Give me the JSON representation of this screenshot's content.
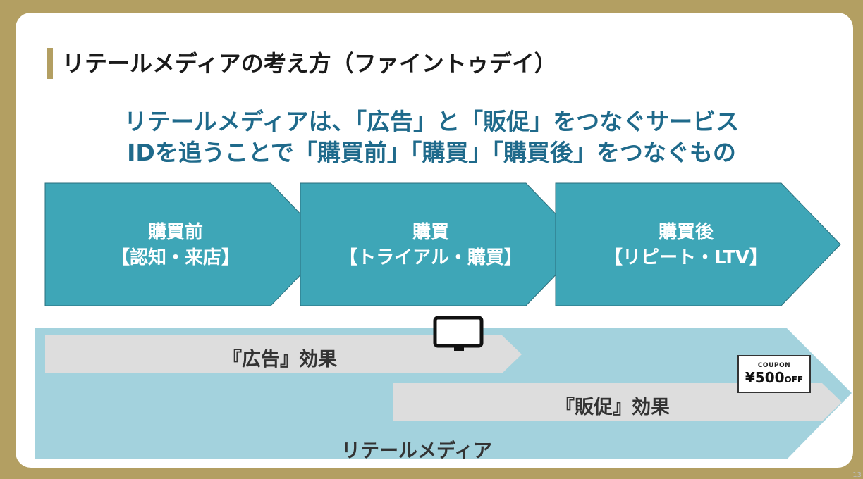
{
  "slide": {
    "title": "リテールメディアの考え方（ファイントゥデイ）",
    "headline_line1": "リテールメディアは、「広告」と「販促」をつなぐサービス",
    "headline_line2": "IDを追うことで「購買前」「購買」「購買後」をつなぐもの",
    "page_number": "13"
  },
  "stages": [
    {
      "line1": "購買前",
      "line2": "【認知・来店】"
    },
    {
      "line1": "購買",
      "line2": "【トライアル・購買】"
    },
    {
      "line1": "購買後",
      "line2": "【リピート・LTV】"
    }
  ],
  "effects": {
    "ad_label": "『広告』効果",
    "promo_label": "『販促』効果",
    "base_label": "リテールメディア"
  },
  "coupon": {
    "line1": "COUPON",
    "amount": "¥500",
    "suffix": "OFF"
  },
  "icons": [
    "monitor-icon",
    "coupon-icon"
  ],
  "colors": {
    "frame": "#b39f62",
    "stage_fill": "#3ea6b7",
    "base_band": "#a3d2dd",
    "effect_bar": "#dddddd",
    "headline": "#1f6a8b"
  }
}
